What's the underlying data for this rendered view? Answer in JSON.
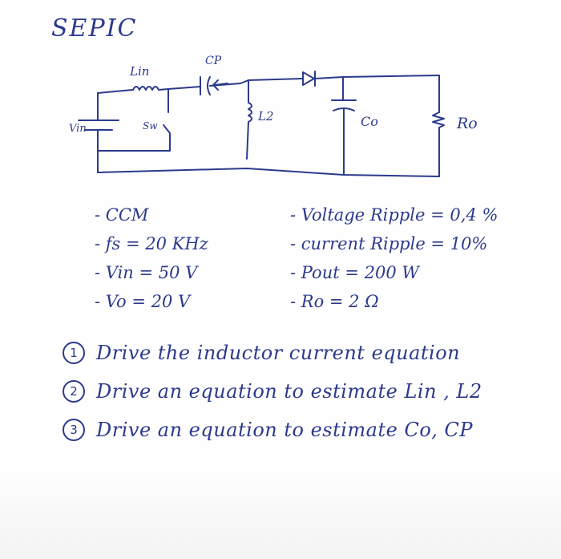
{
  "title": "SEPIC",
  "circuit": {
    "labels": {
      "lin": "Lin",
      "cp": "CP",
      "l2": "L2",
      "co": "Co",
      "ro": "Ro",
      "vin": "Vin",
      "sw": "Sw"
    }
  },
  "specs_left": [
    "- CCM",
    "- fs = 20 KHz",
    "- Vin = 50 V",
    "- Vo = 20 V"
  ],
  "specs_right": [
    "- Voltage Ripple = 0,4 %",
    "- current Ripple = 10%",
    "- Pout = 200 W",
    "- Ro = 2 Ω"
  ],
  "questions": [
    {
      "num": "1",
      "text": "Drive the inductor current equation"
    },
    {
      "num": "2",
      "text": "Drive an equation to estimate Lin , L2"
    },
    {
      "num": "3",
      "text": "Drive an equation to estimate Co, CP"
    }
  ],
  "colors": {
    "ink": "#2c3a8c",
    "paper": "#fefefe"
  }
}
